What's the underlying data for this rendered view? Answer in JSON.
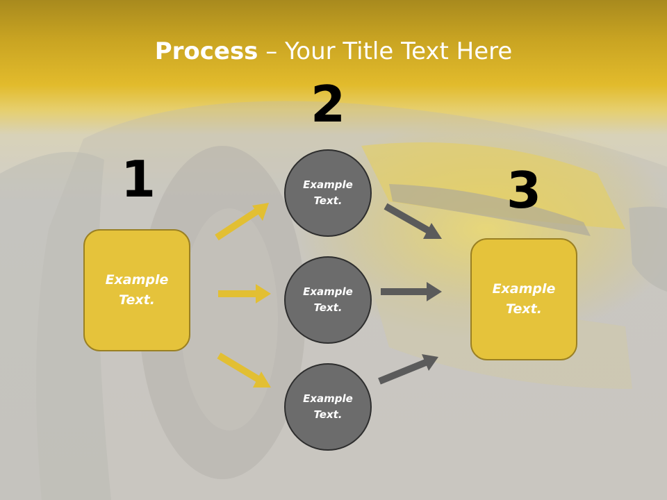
{
  "title": {
    "bold": "Process",
    "rest": " – Your Title Text Here"
  },
  "steps": [
    {
      "number": "1",
      "box_text": "Example\nText."
    },
    {
      "number": "2"
    },
    {
      "number": "3",
      "box_text": "Example\nText."
    }
  ],
  "circles": [
    {
      "text": "Example\nText."
    },
    {
      "text": "Example\nText."
    },
    {
      "text": "Example\nText."
    }
  ],
  "colors": {
    "accent_yellow": "#e5c33b",
    "circle_gray": "#6c6c6c",
    "arrow_gray": "#5b5b5b",
    "text_white": "#ffffff"
  }
}
